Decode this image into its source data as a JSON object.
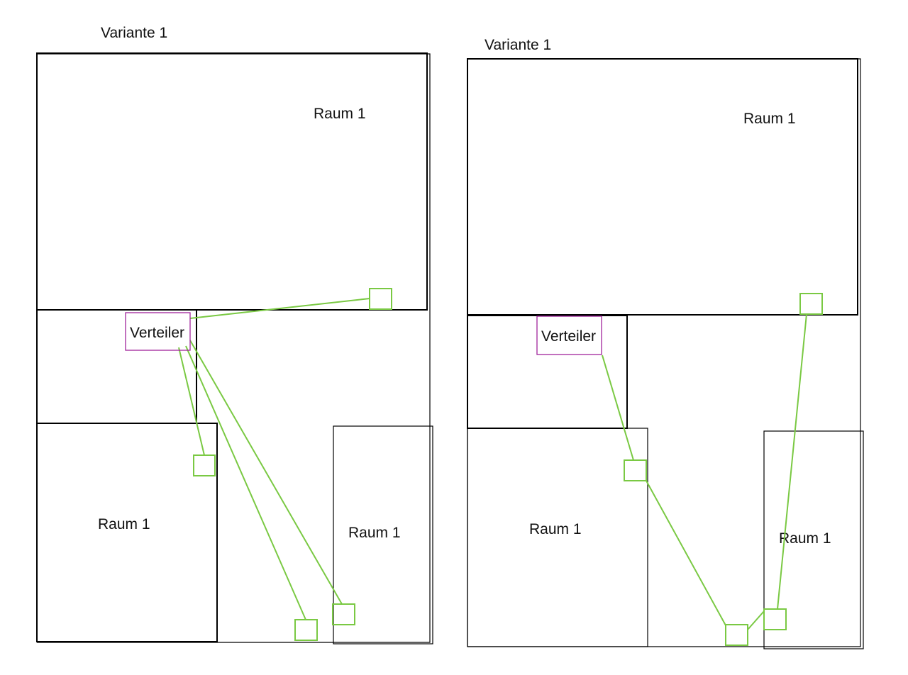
{
  "variants": [
    {
      "title": "Variante 1",
      "rooms": [
        "Raum 1",
        "Raum 1",
        "Raum 1"
      ],
      "distributor": "Verteiler"
    },
    {
      "title": "Variante 1",
      "rooms": [
        "Raum 1",
        "Raum 1",
        "Raum 1"
      ],
      "distributor": "Verteiler"
    }
  ],
  "colors": {
    "walls": "#000000",
    "pipes": "#7ac943",
    "distributor": "#a0239b"
  }
}
